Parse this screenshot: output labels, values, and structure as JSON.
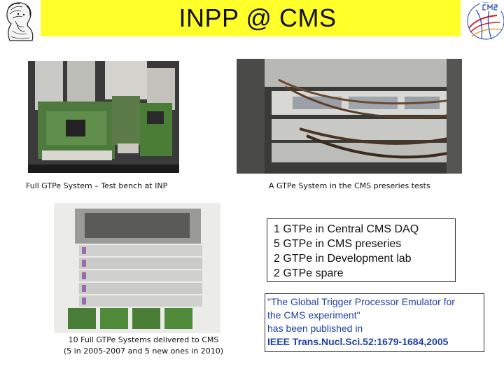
{
  "slide": {
    "title": "INPP @ CMS"
  },
  "photos": {
    "top_left_caption": "Full GTPe System – Test bench at INP",
    "top_right_caption": "A GTPe System in the CMS preseries tests",
    "bottom_left_caption_line1": "10 Full GTPe Systems delivered to CMS",
    "bottom_left_caption_line2": "(5 in 2005-2007 and 5 new ones in 2010)"
  },
  "stats": {
    "items": [
      "1 GTPe in Central CMS DAQ",
      "5 GTPe in CMS preseries",
      "2 GTPe in Development lab",
      "2 GTPe spare"
    ]
  },
  "publication": {
    "line1": "\"The Global Trigger Processor Emulator for",
    "line2": "the CMS experiment\"",
    "line3": "has been published in",
    "journal": "IEEE Trans.Nucl.Sci.52:1679-1684,2005"
  },
  "colors": {
    "title_bar": "#ffff2a",
    "publication_text": "#1f3fa8",
    "cms_logo_red": "#d42020",
    "cms_logo_blue": "#2040c0"
  },
  "icons": {
    "left_logo": "democritus-bust-logo",
    "right_logo": "cms-experiment-logo"
  }
}
